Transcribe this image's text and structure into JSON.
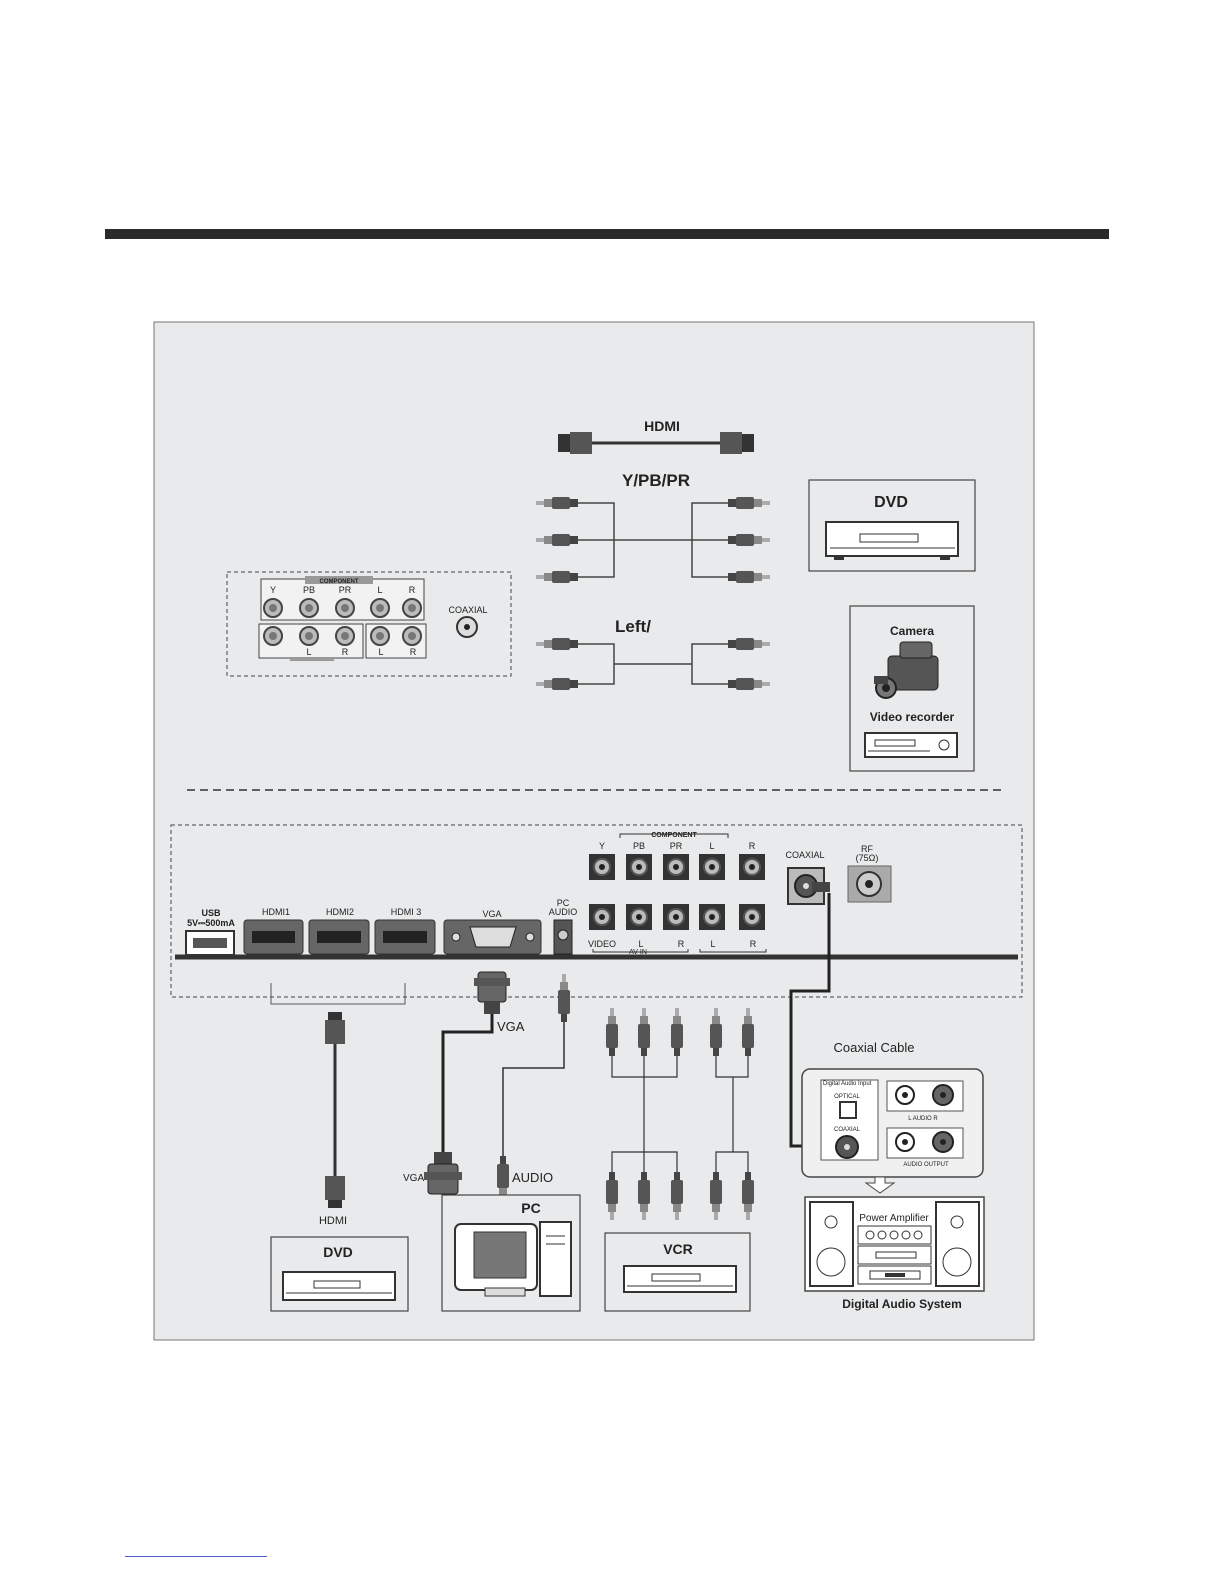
{
  "upper": {
    "hdmi_cable_label": "HDMI",
    "ypbpr_cable_label": "Y/PB/PR",
    "left_cable_label": "Left/",
    "panel": {
      "component_label": "COMPONENT",
      "top_ports": [
        "Y",
        "PB",
        "PR",
        "L",
        "R"
      ],
      "bottom_ports": [
        "L",
        "R",
        "L",
        "R"
      ],
      "coaxial_label": "COAXIAL"
    },
    "dvd_label": "DVD",
    "camera_label": "Camera",
    "video_recorder_label": "Video recorder"
  },
  "lower": {
    "usb_label": "USB",
    "usb_rating": "5V⎓500mA",
    "hdmi_ports": [
      "HDMI1",
      "HDMI2",
      "HDMI 3"
    ],
    "vga_port_label": "VGA",
    "pc_audio_label_line1": "PC",
    "pc_audio_label_line2": "AUDIO",
    "component_label": "COMPONENT",
    "top_ports": [
      "Y",
      "PB",
      "PR",
      "L",
      "R"
    ],
    "bottom_labels": [
      "VIDEO",
      "L",
      "R",
      "L",
      "R"
    ],
    "av_in_label": "AV   IN",
    "coaxial_label": "COAXIAL",
    "rf_label_line1": "RF",
    "rf_label_line2": "(75Ω)",
    "vga_cable_label": "VGA",
    "vga_plug_label": "VGA",
    "audio_plug_label": "AUDIO",
    "hdmi_plug_label": "HDMI",
    "coaxial_cable_label": "Coaxial Cable",
    "digital_audio_input_label": "Digital Audio Input",
    "optical_label": "OPTICAL",
    "coaxial_in_label": "COAXIAL",
    "audio_lr_label": "L    AUDIO    R",
    "audio_output_label": "AUDIO OUTPUT",
    "power_amplifier_label": "Power Amplifier",
    "dvd_label": "DVD",
    "pc_label": "PC",
    "vcr_label": "VCR",
    "digital_audio_system_label": "Digital Audio System"
  }
}
